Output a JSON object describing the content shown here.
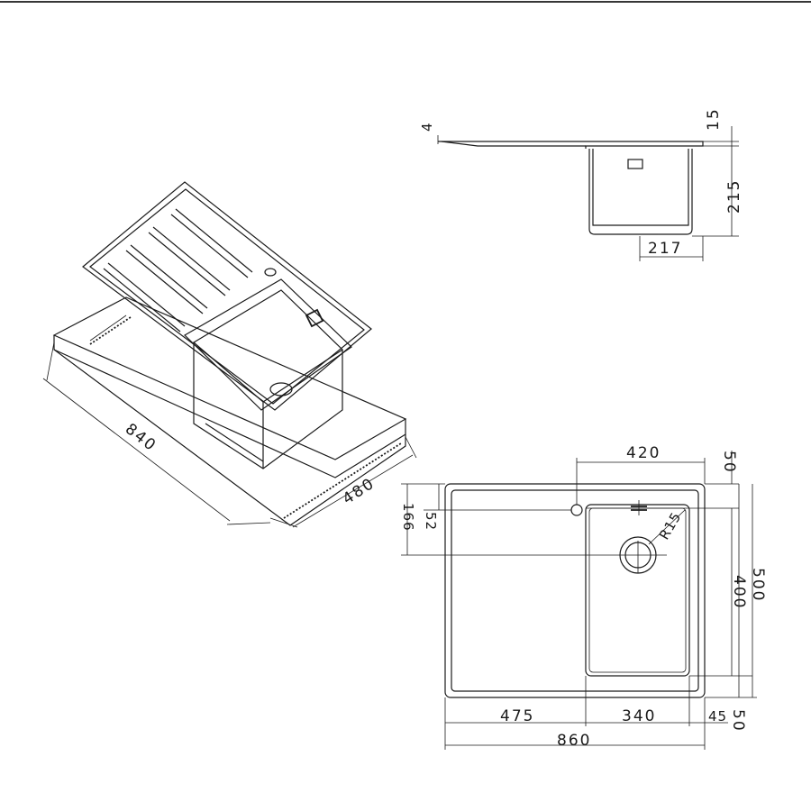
{
  "dimensions": {
    "iso_length": "840",
    "iso_width": "480",
    "side_thickness": "4",
    "side_rim": "15",
    "side_depth": "215",
    "side_bowl_width": "217",
    "plan_bowl_offset": "420",
    "plan_top_margin": "50",
    "plan_drain_offset": "52",
    "plan_tap_offset": "166",
    "plan_drain_radius": "R15",
    "plan_bowl_height": "400",
    "plan_total_height": "500",
    "plan_drainboard_width": "475",
    "plan_bowl_width": "340",
    "plan_right_margin": "45",
    "plan_bottom_margin": "50",
    "plan_total_width": "860"
  },
  "colors": {
    "line": "#1a1a1a",
    "background": "#ffffff"
  }
}
